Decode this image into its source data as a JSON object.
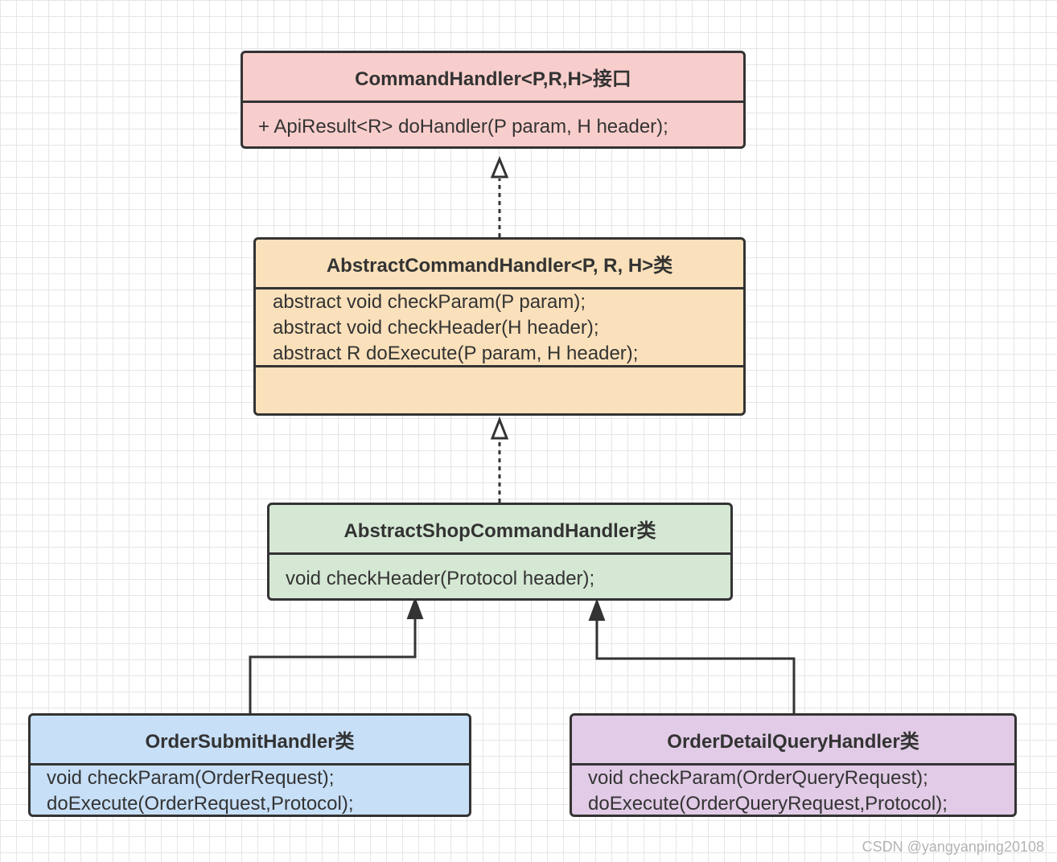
{
  "diagram": {
    "command_handler": {
      "title": "CommandHandler<P,R,H>接口",
      "methods": [
        "+ ApiResult<R> doHandler(P param, H header);"
      ]
    },
    "abstract_command_handler": {
      "title": "AbstractCommandHandler<P, R, H>类",
      "methods": [
        "abstract void checkParam(P param);",
        "abstract void checkHeader(H header);",
        "abstract R doExecute(P param, H header);"
      ]
    },
    "abstract_shop_command_handler": {
      "title": "AbstractShopCommandHandler类",
      "methods": [
        "void checkHeader(Protocol header);"
      ]
    },
    "order_submit_handler": {
      "title": "OrderSubmitHandler类",
      "methods": [
        "void checkParam(OrderRequest);",
        "doExecute(OrderRequest,Protocol);"
      ]
    },
    "order_detail_query_handler": {
      "title": "OrderDetailQueryHandler类",
      "methods": [
        "void checkParam(OrderQueryRequest);",
        "doExecute(OrderQueryRequest,Protocol);"
      ]
    }
  },
  "colors": {
    "interface_fill": "#f8cecc",
    "abstract_fill": "#fae1bb",
    "shop_fill": "#d5e8d4",
    "submit_fill": "#c7dff7",
    "query_fill": "#e1cbe6",
    "stroke": "#333333"
  },
  "watermark": "CSDN @yangyanping20108"
}
